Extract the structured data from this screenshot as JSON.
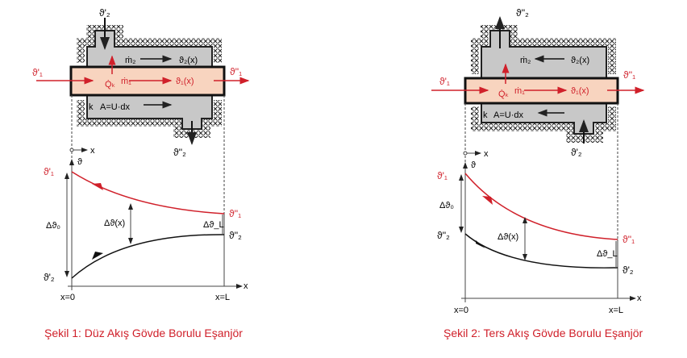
{
  "colors": {
    "hot": "#d0202a",
    "cold": "#111111",
    "tube": "#f8d4bf",
    "shell": "#c8c8c8"
  },
  "fig1": {
    "caption": "Şekil 1: Düz Akış Gövde Borulu Eşanjör",
    "t2_in": "ϑ'₂",
    "t2_out": "ϑ''₂",
    "t1_in": "ϑ'₁",
    "t1_out": "ϑ''₁",
    "m2": "ṁ₂",
    "t2x": "ϑ₂(x)",
    "m1": "ṁ₁",
    "t1x": "ϑ₁(x)",
    "qk": "Q̇ₖ",
    "k": "k",
    "area": "A=U·dx",
    "xaxis": "x",
    "yaxis": "ϑ",
    "d0": "Δϑ₀",
    "dx": "Δϑ(x)",
    "dL": "Δϑ_L",
    "x0": "x=0",
    "xL": "x=L"
  },
  "fig2": {
    "caption": "Şekil 2: Ters Akış Gövde Borulu Eşanjör",
    "t2_in": "ϑ'₂",
    "t2_out": "ϑ''₂",
    "t1_in": "ϑ'₁",
    "t1_out": "ϑ''₁",
    "m2": "ṁ₂",
    "t2x": "ϑ₂(x)",
    "m1": "ṁ₁",
    "t1x": "ϑ₁(x)",
    "qk": "Q̇ₖ",
    "k": "k",
    "area": "A=U·dx",
    "xaxis": "x",
    "yaxis": "ϑ",
    "d0": "Δϑ₀",
    "dx": "Δϑ(x)",
    "dL": "Δϑ_L",
    "x0": "x=0",
    "xL": "x=L"
  }
}
